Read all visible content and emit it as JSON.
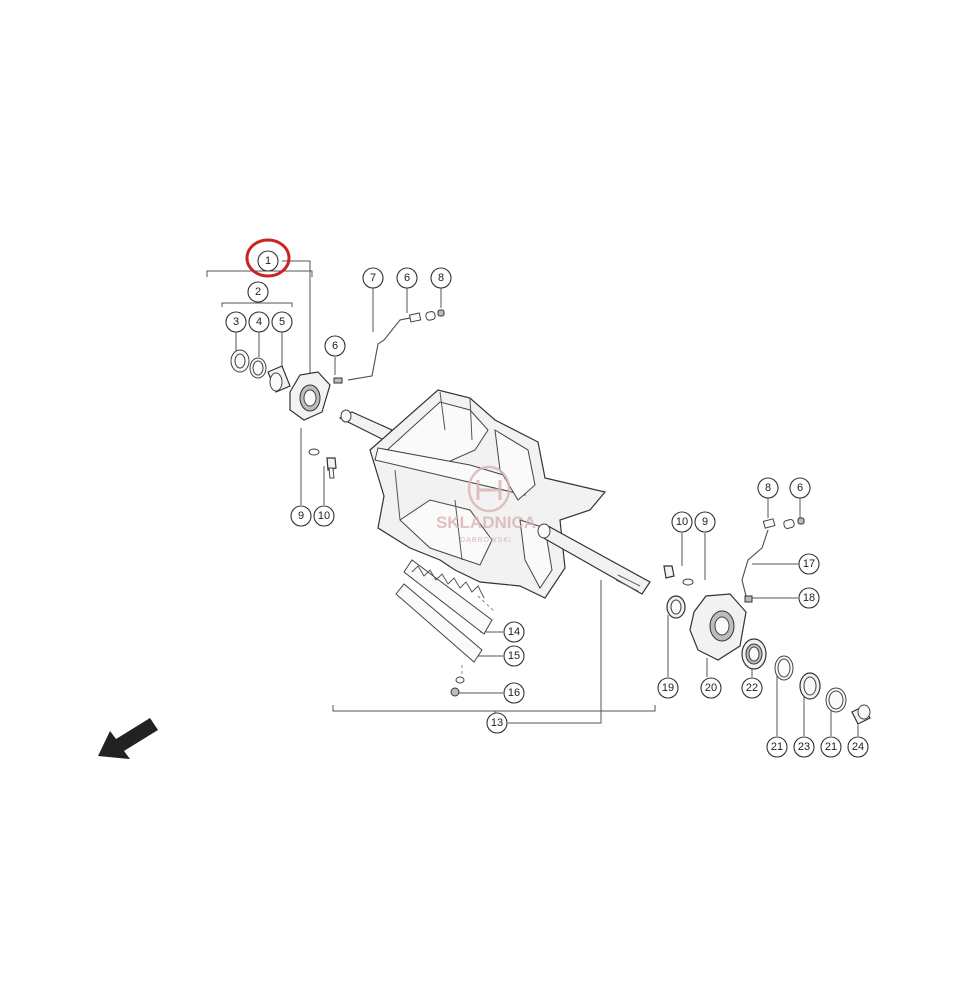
{
  "colors": {
    "highlight": "#cc2222",
    "line": "#555555",
    "watermark": "#d9b3b3",
    "arrow": "#222222"
  },
  "watermark": {
    "title": "SKLADNICA",
    "subtitle": "DĄBROWSKI"
  },
  "icons": {
    "direction": "arrow-down-left-icon",
    "logo": "watermark-logo-icon"
  },
  "callouts": [
    {
      "label": "1"
    },
    {
      "label": "2"
    },
    {
      "label": "3"
    },
    {
      "label": "4"
    },
    {
      "label": "5"
    },
    {
      "label": "6"
    },
    {
      "label": "7"
    },
    {
      "label": "6"
    },
    {
      "label": "8"
    },
    {
      "label": "9"
    },
    {
      "label": "10"
    },
    {
      "label": "10"
    },
    {
      "label": "9"
    },
    {
      "label": "8"
    },
    {
      "label": "6"
    },
    {
      "label": "17"
    },
    {
      "label": "18"
    },
    {
      "label": "14"
    },
    {
      "label": "15"
    },
    {
      "label": "16"
    },
    {
      "label": "13"
    },
    {
      "label": "19"
    },
    {
      "label": "20"
    },
    {
      "label": "22"
    },
    {
      "label": "21"
    },
    {
      "label": "23"
    },
    {
      "label": "21"
    },
    {
      "label": "24"
    }
  ]
}
